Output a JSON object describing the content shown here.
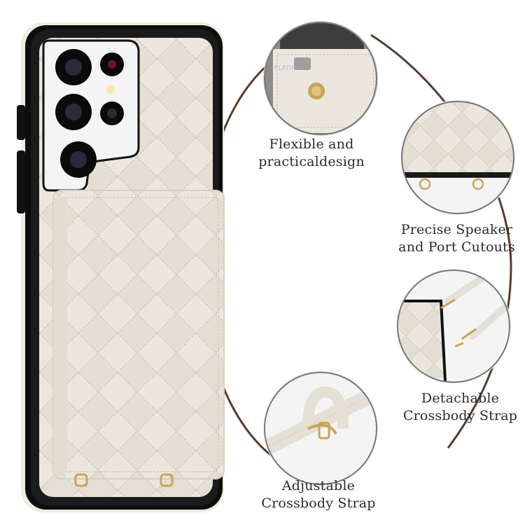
{
  "captions": [
    {
      "line1": "Flexible and",
      "line2": "practicaldesign"
    },
    {
      "line1": "Precise Speaker",
      "line2": "and Port Cutouts"
    },
    {
      "line1": "Detachable",
      "line2": "Crossbody Strap"
    },
    {
      "line1": "Adjustable",
      "line2": "Crossbody Strap"
    }
  ],
  "colors": {
    "leather": "#e9e5dc",
    "stitch": "#c9c2b2",
    "bumper": "#111111",
    "arc": "#5a3b2e",
    "gold": "#c9a456",
    "camera_plate": "#f4f4f4"
  },
  "card_text": "PLATINUM"
}
